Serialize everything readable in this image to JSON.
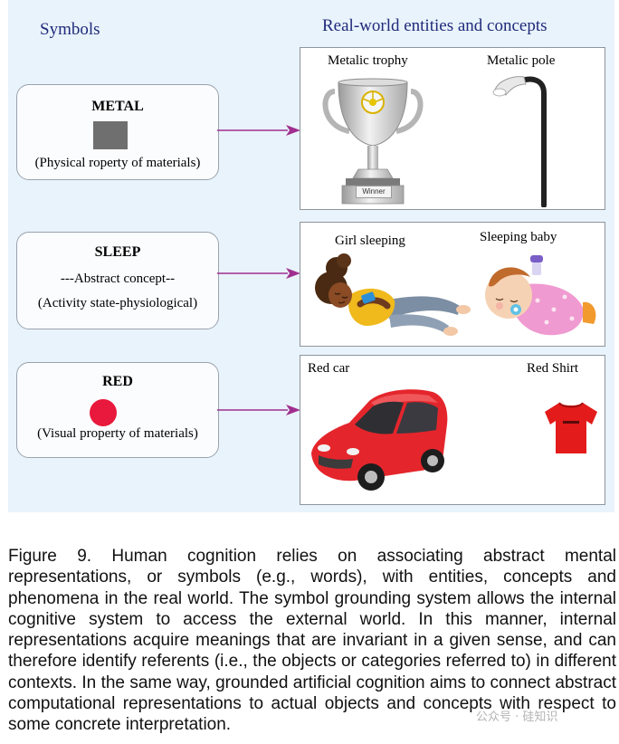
{
  "headers": {
    "symbols": "Symbols",
    "real_world": "Real-world entities and concepts"
  },
  "symbols": [
    {
      "title": "METAL",
      "lines": [
        "(Physical roperty of materials)"
      ]
    },
    {
      "title": "SLEEP",
      "lines": [
        "---Abstract concept--",
        "(Activity state-physiological)"
      ]
    },
    {
      "title": "RED",
      "lines": [
        "(Visual property of materials)"
      ]
    }
  ],
  "entities": [
    {
      "left_label": "Metalic trophy",
      "right_label": "Metalic pole",
      "trophy_plate": "Winner"
    },
    {
      "left_label": "Girl sleeping",
      "right_label": "Sleeping baby"
    },
    {
      "left_label": "Red car",
      "right_label": "Red Shirt"
    }
  ],
  "colors": {
    "arrow": "#a0308f",
    "metal_swatch": "#6f6f6f",
    "red_dot": "#e8193c",
    "header_text": "#1f2a7a",
    "panel_bg": "#e9f3fb"
  },
  "caption": "Figure 9. Human cognition relies on associating abstract mental representations, or symbols (e.g., words), with entities, concepts and phenomena in the real world. The symbol grounding system allows the internal cognitive system to access the external world. In this manner, internal representations acquire meanings that are invariant in a given sense, and can therefore identify referents (i.e., the objects or categories referred to) in different contexts. In the same way, grounded artificial cognition aims to connect abstract computational representations to actual objects and concepts with respect to some concrete interpretation.",
  "watermark": "公众号 · 硅知识"
}
